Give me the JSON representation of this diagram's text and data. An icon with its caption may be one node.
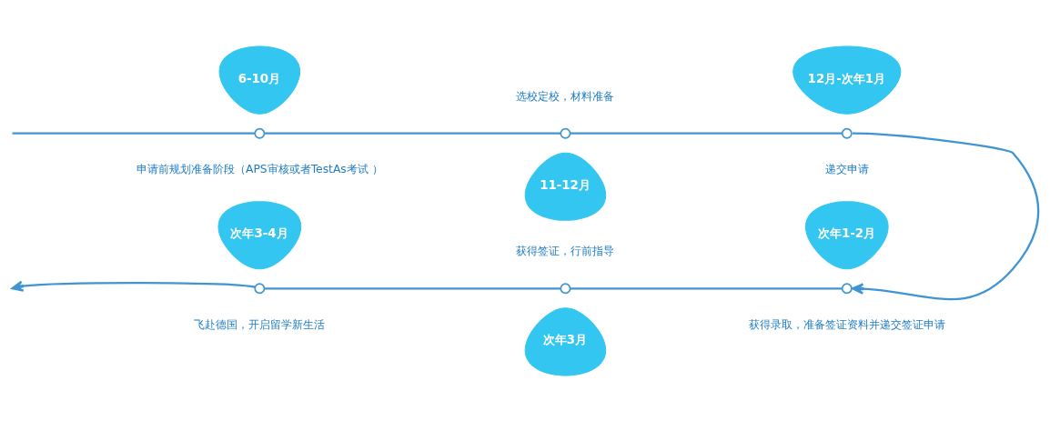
{
  "diagram": {
    "nodes": [
      {
        "text": [
          "6-10月"
        ]
      },
      {
        "text": [
          "11-12月"
        ]
      },
      {
        "text": [
          "12月-次年1月"
        ]
      },
      {
        "text": [
          "次年1-2月"
        ]
      },
      {
        "text": [
          "次年3月"
        ]
      },
      {
        "text": [
          "次年3-4月"
        ]
      },
      {
        "text": [],
        "shape": "circle"
      },
      {
        "text": [],
        "shape": "circle"
      },
      {
        "text": [],
        "shape": "circle"
      },
      {
        "text": [],
        "shape": "circle"
      },
      {
        "text": [],
        "shape": "circle"
      },
      {
        "text": [],
        "shape": "circle"
      }
    ],
    "edges": [
      {
        "from": null,
        "to": 6,
        "arrow": "none"
      },
      {
        "from": 6,
        "to": 7,
        "arrow": "none"
      },
      {
        "from": 7,
        "to": 8,
        "arrow": "none"
      },
      {
        "from": 8,
        "to": 11,
        "arrow": "to"
      },
      {
        "from": 11,
        "to": 10,
        "arrow": "none"
      },
      {
        "from": 10,
        "to": 9,
        "arrow": "none"
      },
      {
        "from": 9,
        "to": null,
        "arrow": "to"
      }
    ],
    "labels": [
      "选校定校，材料准备",
      "申请前规划准备阶段（APS审核或者TestAs考试 ）",
      "递交申请",
      "获得签证，行前指导",
      "飞赴德国，开启留学新生活",
      "获得录取，准备签证资料并递交签证申请"
    ]
  }
}
